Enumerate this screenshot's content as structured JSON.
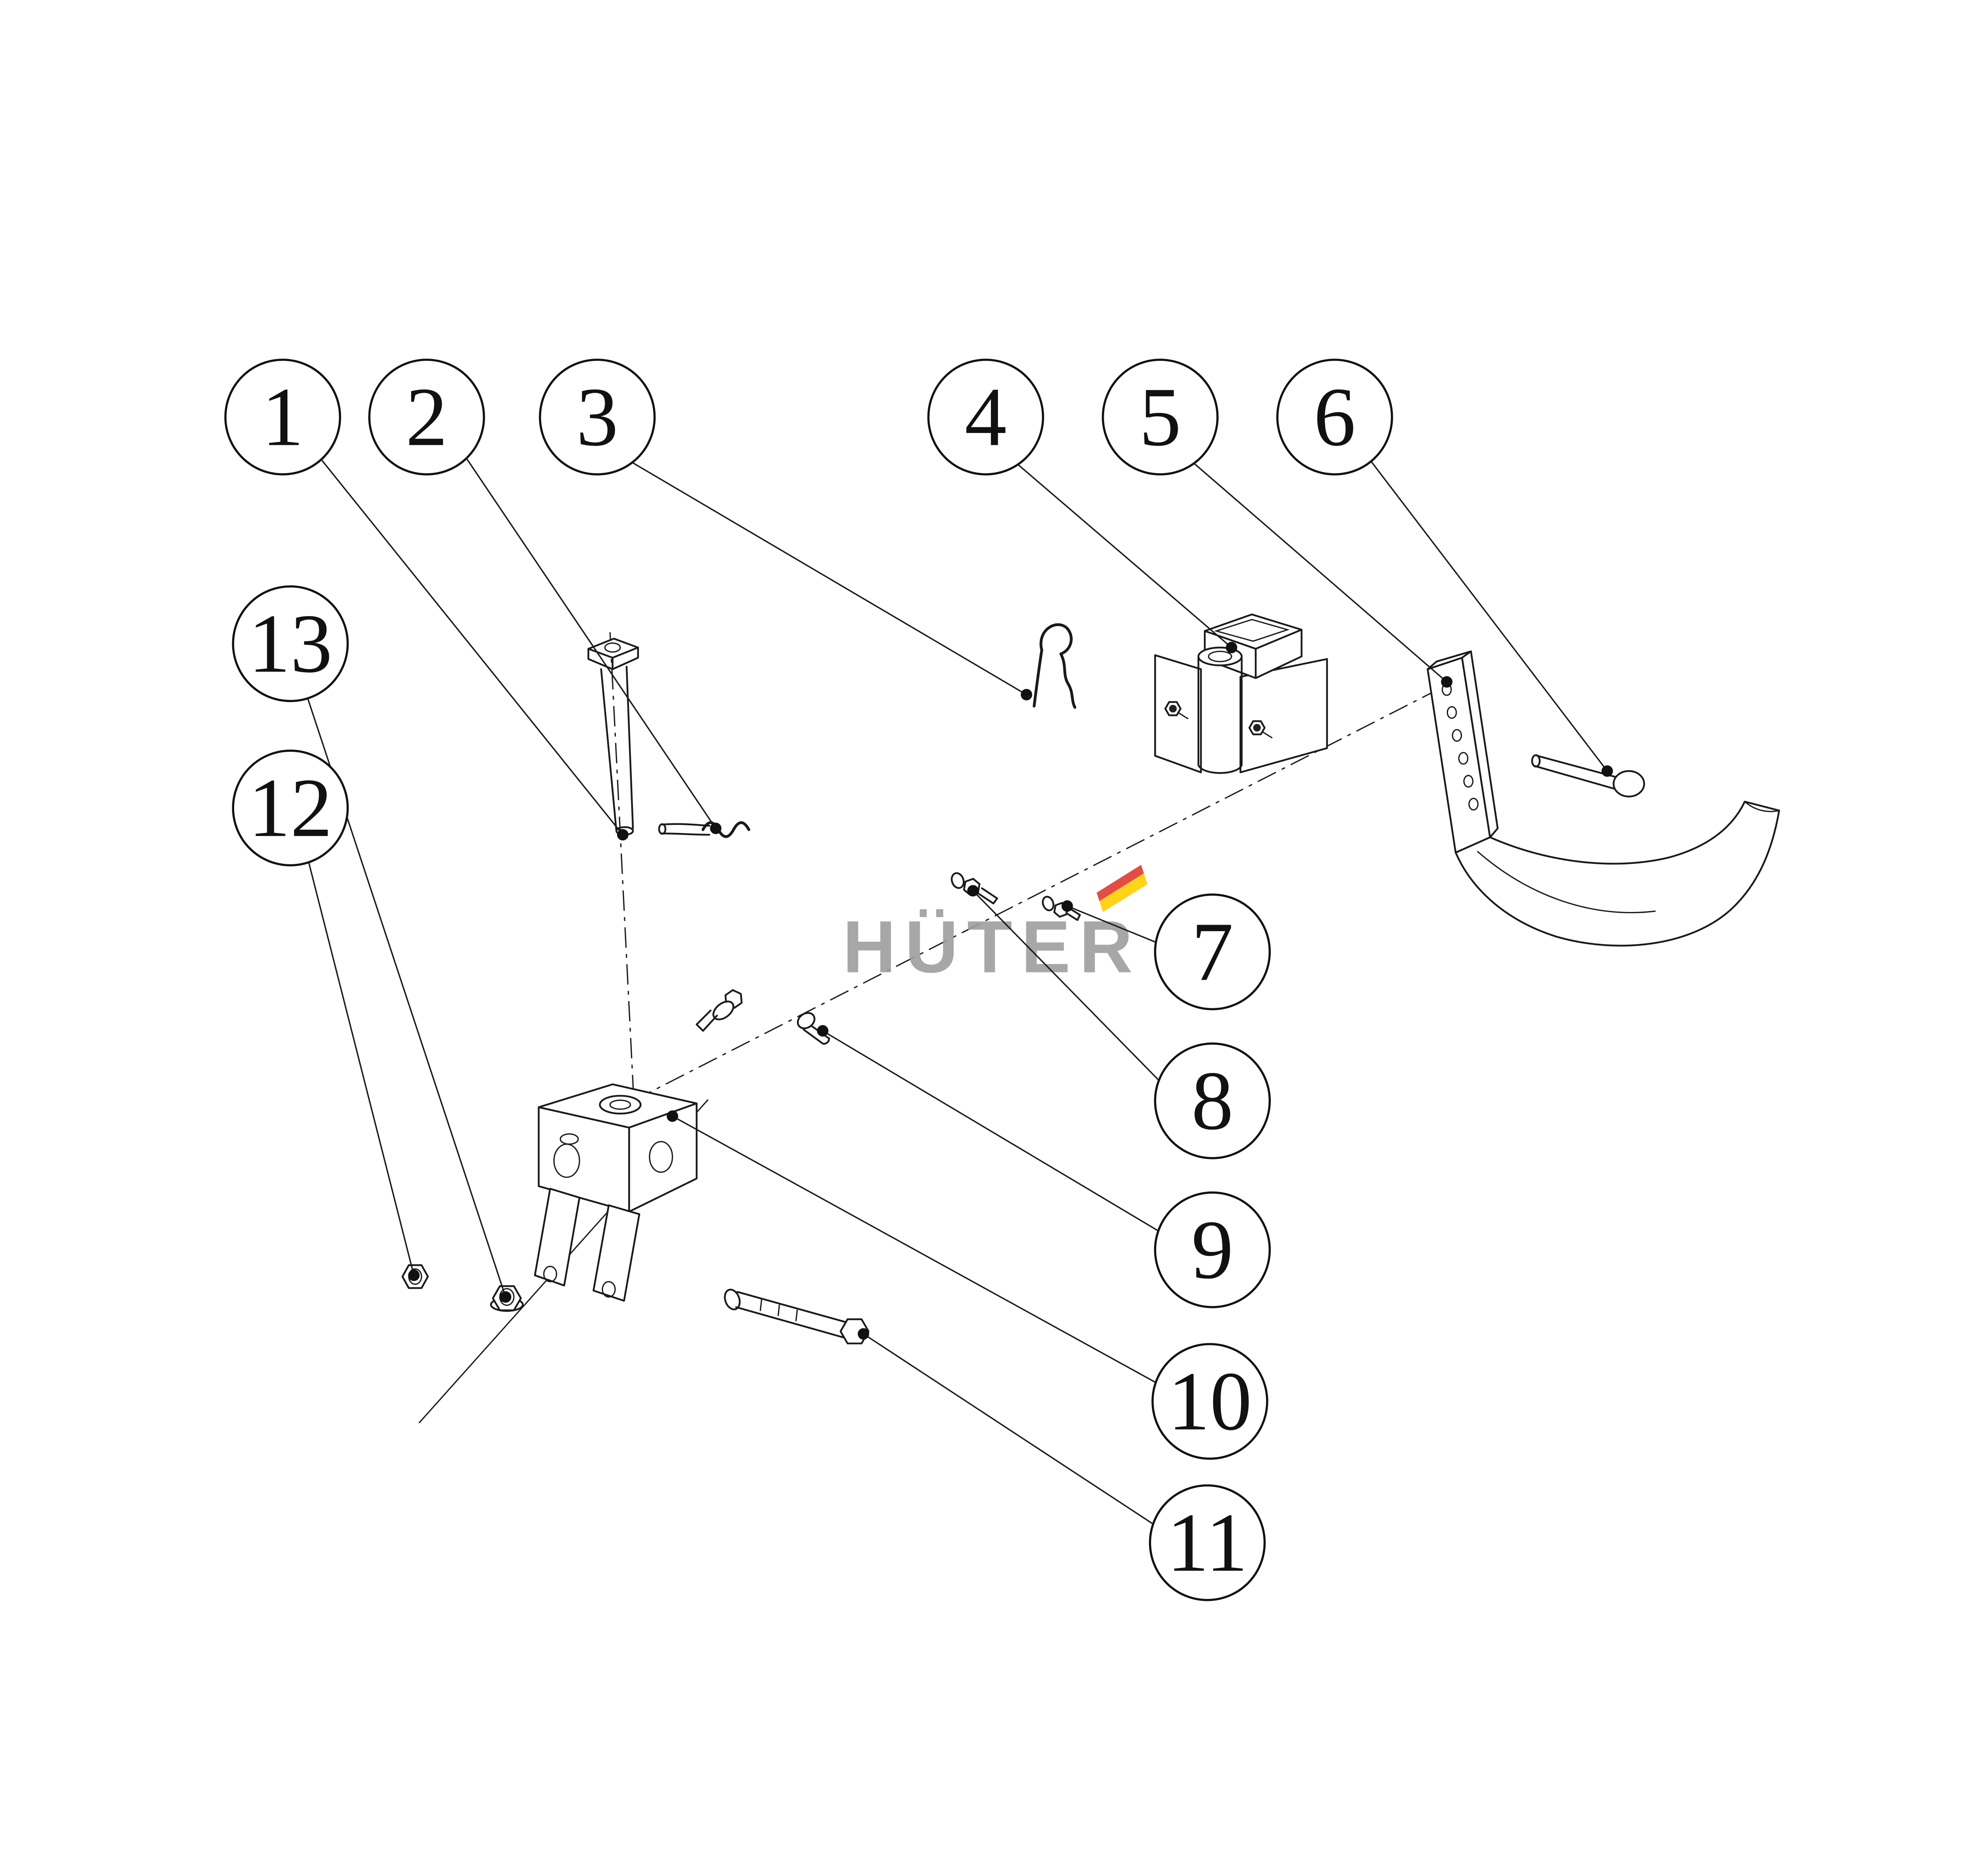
{
  "diagram": {
    "type": "exploded-parts-diagram",
    "background": "#ffffff",
    "line_color": "#1a1a1a"
  },
  "watermark": {
    "text": "HÜTER",
    "text_color": "#9d9d9d",
    "flag_red": "#e03a2f",
    "flag_yellow": "#ffcf00"
  },
  "callouts": {
    "labels": [
      "1",
      "2",
      "3",
      "4",
      "5",
      "6",
      "7",
      "8",
      "9",
      "10",
      "11",
      "12",
      "13"
    ]
  }
}
